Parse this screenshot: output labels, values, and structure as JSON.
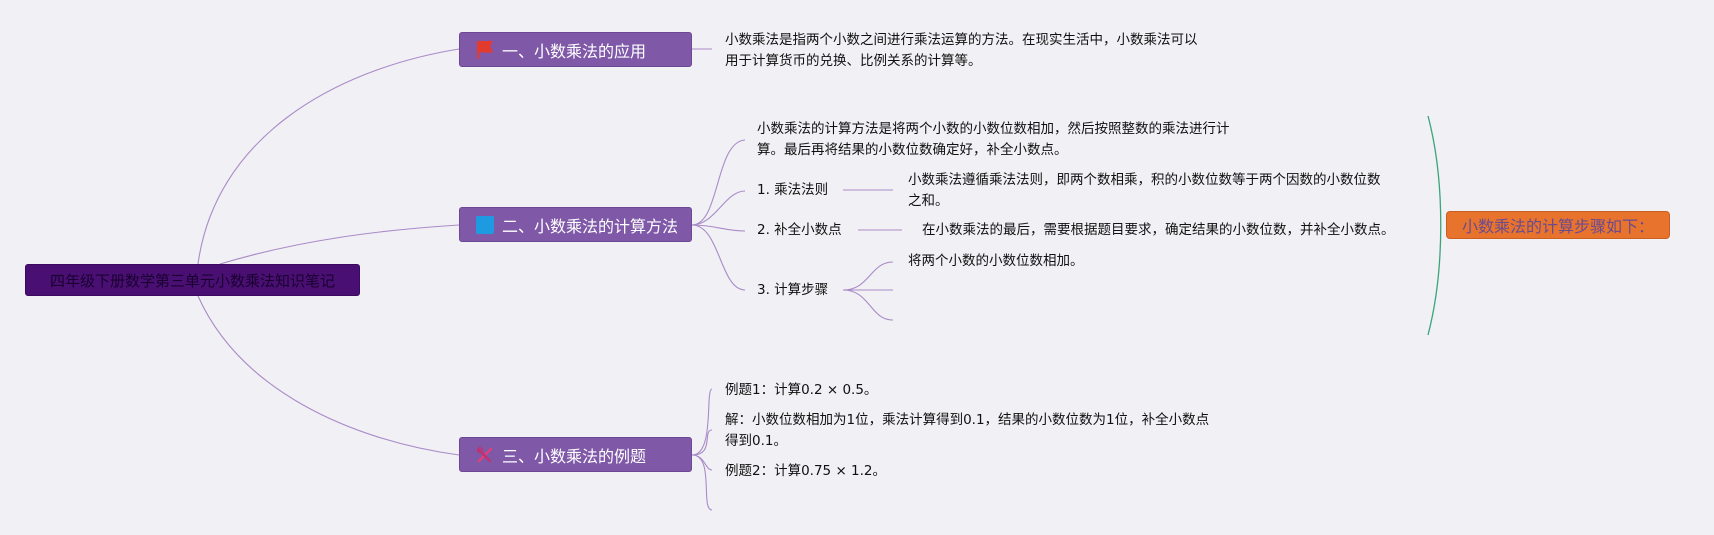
{
  "root": {
    "label": "四年级下册数学第三单元小数乘法知识笔记"
  },
  "branches": [
    {
      "label": "一、小数乘法的应用",
      "icon": "flag-icon"
    },
    {
      "label": "二、小数乘法的计算方法",
      "icon": "square-icon"
    },
    {
      "label": "三、小数乘法的例题",
      "icon": "tools-icon"
    }
  ],
  "application": {
    "lines": [
      "小数乘法是指两个小数之间进行乘法运算的方法。在现实生活中，小数乘法可以",
      "用于计算货币的兑换、比例关系的计算等。"
    ]
  },
  "method": {
    "intro_lines": [
      "小数乘法的计算方法是将两个小数的小数位数相加，然后按照整数的乘法进行计",
      "算。最后再将结果的小数位数确定好，补全小数点。"
    ],
    "rule_label": "1. 乘法法则",
    "rule_desc_lines": [
      "小数乘法遵循乘法法则，即两个数相乘，积的小数位数等于两个因数的小数位数",
      "之和。"
    ],
    "point_label": "2. 补全小数点",
    "point_desc": "在小数乘法的最后，需要根据题目要求，确定结果的小数位数，并补全小数点。",
    "steps_label": "3. 计算步骤",
    "step1": "将两个小数的小数位数相加。",
    "summary": "小数乘法的计算步骤如下："
  },
  "examples": {
    "ex1": "例题1：计算0.2 × 0.5。",
    "sol1_lines": [
      "解：小数位数相加为1位，乘法计算得到0.1，结果的小数位数为1位，补全小数点",
      "得到0.1。"
    ],
    "ex2": "例题2：计算0.75 × 1.2。"
  },
  "colors": {
    "background": "#f1f0f4",
    "root": "#4a0f73",
    "branch": "#7f59a8",
    "connector": "#a98bc8",
    "summary": "#e8732d",
    "bracket": "#3aa57a"
  }
}
